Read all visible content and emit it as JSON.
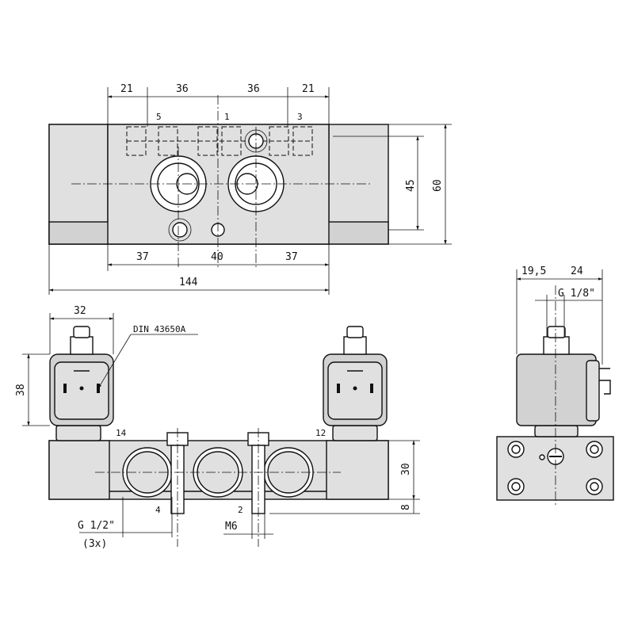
{
  "top_view": {
    "dims_top": [
      "21",
      "36",
      "36",
      "21"
    ],
    "ports": [
      "5",
      "1",
      "3"
    ],
    "dims_bottom": [
      "37",
      "40",
      "37"
    ],
    "overall_length": "144",
    "height_inner": "45",
    "height_outer": "60"
  },
  "front_view": {
    "coil_width": "32",
    "connector_std": "DIN 43650A",
    "coil_height": "38",
    "pilot_left": "14",
    "pilot_right": "12",
    "body_height": "30",
    "base_height": "8",
    "port_left": "4",
    "port_right": "2",
    "thread_port": "G 1/2\"",
    "thread_count": "(3x)",
    "mount_thread": "M6"
  },
  "side_view": {
    "dim_a": "19,5",
    "dim_b": "24",
    "pilot_thread": "G 1/8\""
  }
}
